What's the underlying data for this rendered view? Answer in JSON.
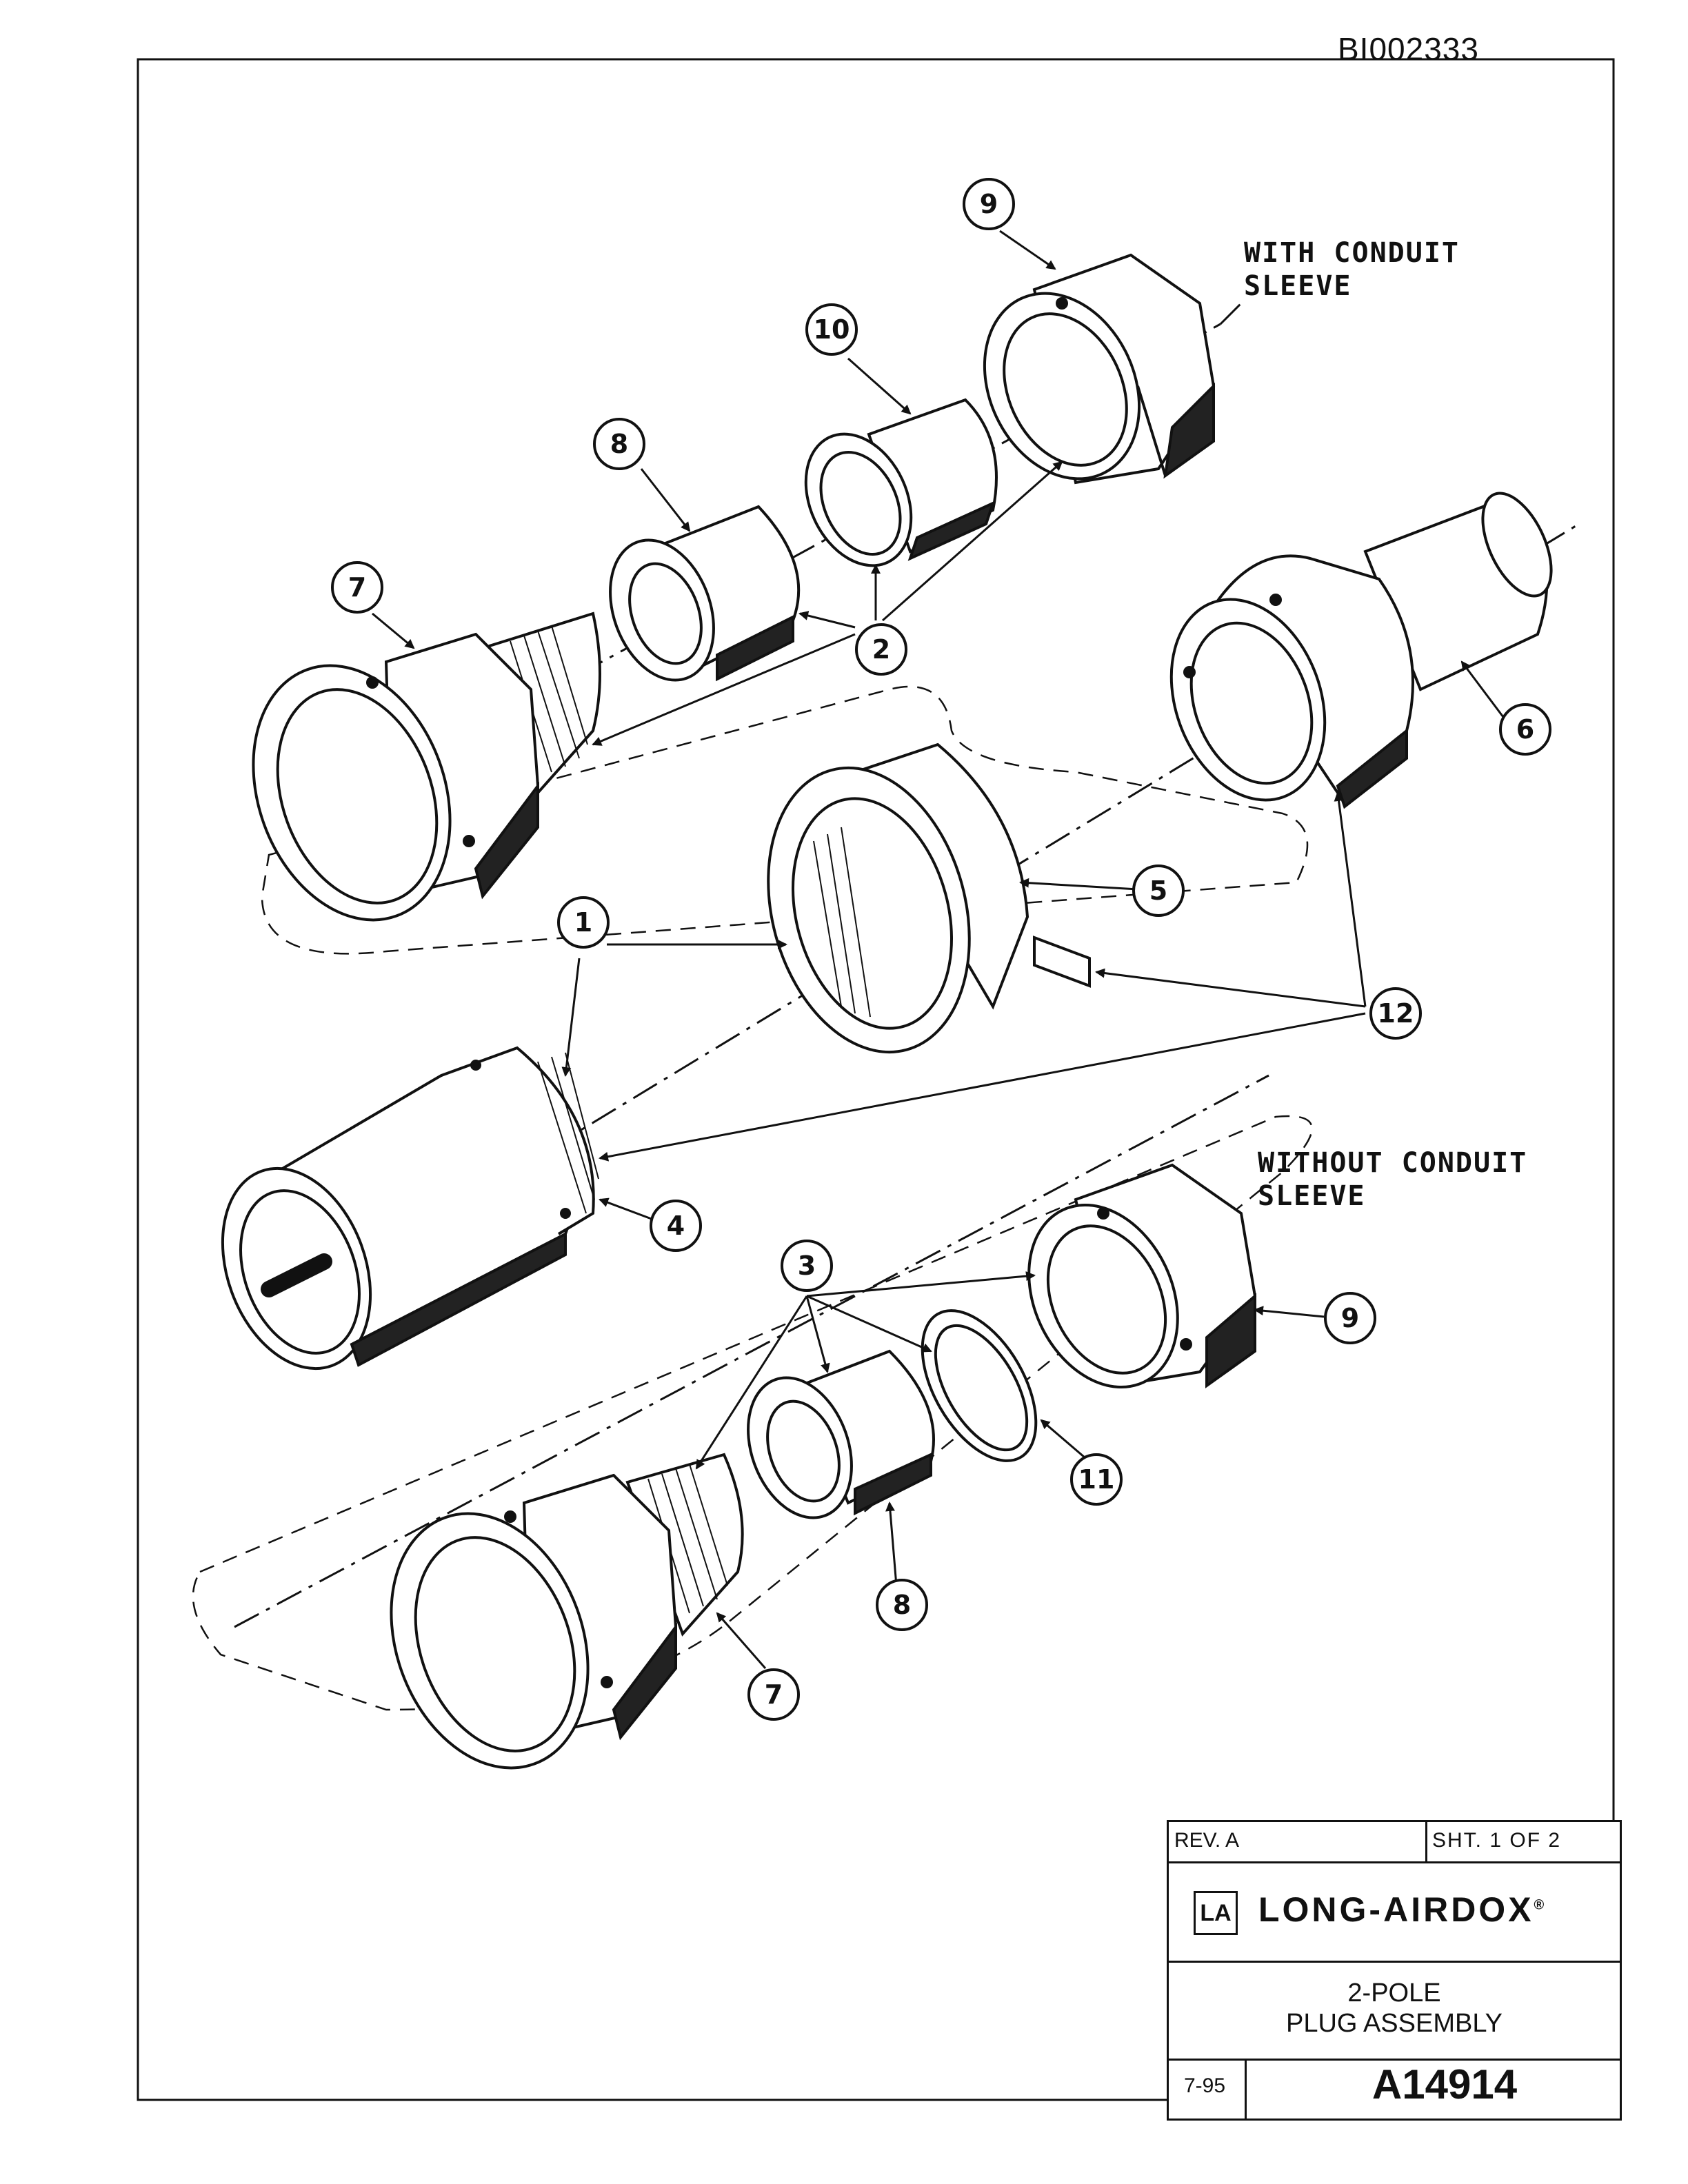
{
  "document_id": "BI002333",
  "labels": {
    "with_conduit_line1": "WITH CONDUIT",
    "with_conduit_line2": "SLEEVE",
    "without_conduit_line1": "WITHOUT CONDUIT",
    "without_conduit_line2": "SLEEVE"
  },
  "callouts": [
    "1",
    "2",
    "3",
    "4",
    "5",
    "6",
    "7",
    "8",
    "9",
    "10",
    "11",
    "12"
  ],
  "title_block": {
    "rev": "REV. A",
    "sheet": "SHT. 1 OF 2",
    "logo_mark": "LA",
    "company": "LONG-AIRDOX",
    "registered": "®",
    "title_line1": "2-POLE",
    "title_line2": "PLUG ASSEMBLY",
    "date": "7-95",
    "drawing_number": "A14914"
  }
}
